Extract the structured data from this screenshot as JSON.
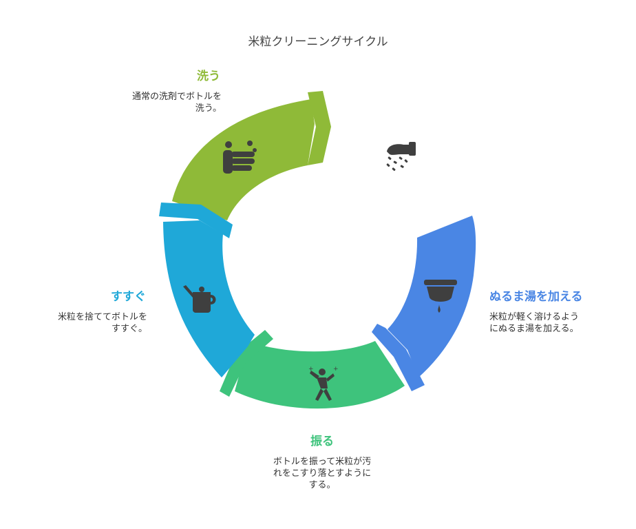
{
  "title": "米粒クリーニングサイクル",
  "colors": {
    "wash": "#8fba38",
    "warm_water": "#4a86e4",
    "shake": "#3ec37c",
    "rinse": "#1fa8d8",
    "icon": "#3f3f3f"
  },
  "steps": [
    {
      "id": "wash",
      "title": "洗う",
      "description": "通常の洗剤でボトルを\n洗う。",
      "icon": "hands-washing-icon"
    },
    {
      "id": "add-rice",
      "icon": "hand-pouring-grains-icon"
    },
    {
      "id": "warm-water",
      "title": "ぬるま湯を加える",
      "description": "米粒が軽く溶けるよう\nにぬるま湯を加える。",
      "icon": "basin-dripping-icon"
    },
    {
      "id": "shake",
      "title": "振る",
      "description": "ボトルを振って米粒が汚\nれをこすり落とすように\nする。",
      "icon": "person-shaking-icon"
    },
    {
      "id": "rinse",
      "title": "すすぐ",
      "description": "米粒を捨ててボトルを\nすすぐ。",
      "icon": "watering-can-icon"
    }
  ]
}
